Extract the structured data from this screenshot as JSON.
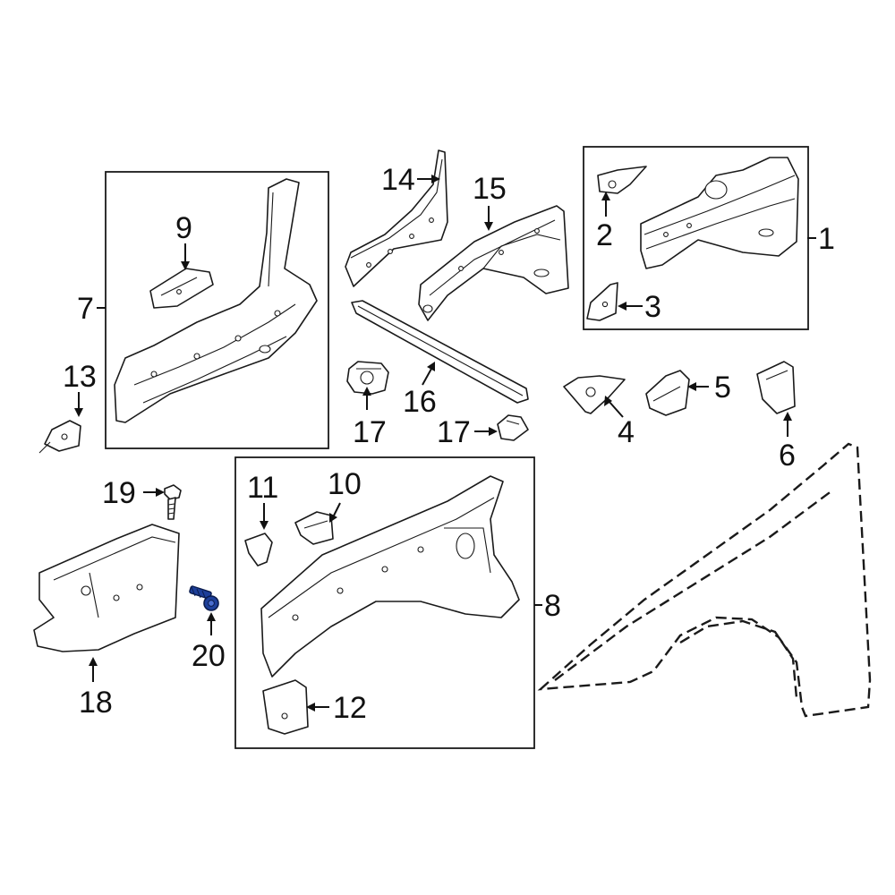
{
  "callouts": [
    "1",
    "2",
    "3",
    "4",
    "5",
    "6",
    "7",
    "8",
    "9",
    "10",
    "11",
    "12",
    "13",
    "14",
    "15",
    "16",
    "17",
    "17",
    "18",
    "19",
    "20"
  ],
  "highlight_color": "#1d3f9a"
}
